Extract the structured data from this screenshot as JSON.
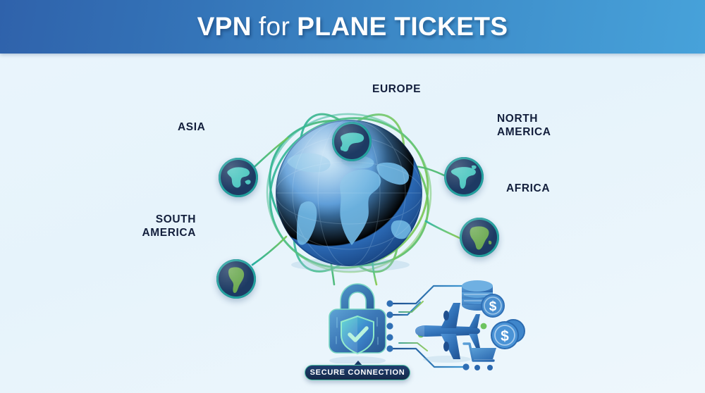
{
  "header": {
    "title_part1": "VPN",
    "title_part2": "for",
    "title_part3": "PLANE TICKETS",
    "bg_left_color": "#2f62ab",
    "bg_right_color": "#47a2da",
    "text_color": "#ffffff"
  },
  "canvas": {
    "background_color": "#e8f4fb",
    "label_color": "#131f3c",
    "accent_green": "#7cc44a",
    "accent_teal": "#2bb3a8",
    "globe_blue": "#2f6fb5",
    "icon_blue": "#2f78c4"
  },
  "regions": [
    {
      "id": "asia",
      "label": "ASIA",
      "label_side": "left",
      "continent_color": "#4cc6c0"
    },
    {
      "id": "europe",
      "label": "EUROPE",
      "label_side": "right",
      "continent_color": "#4cc6c0"
    },
    {
      "id": "north-america",
      "label": "NORTH\nAMERICA",
      "label_side": "right",
      "continent_color": "#4cc6c0"
    },
    {
      "id": "africa",
      "label": "AFRICA",
      "label_side": "right",
      "continent_color": "#6aa84f"
    },
    {
      "id": "south-america",
      "label": "SOUTH\nAMERICA",
      "label_side": "left",
      "continent_color": "#6aa84f"
    }
  ],
  "security": {
    "badge_label": "SECURE CONNECTION",
    "badge_text_color": "#ffffff",
    "badge_bg_color": "#1b3763",
    "badge_border_color": "#4fc3a5",
    "lock_icon": "padlock-shield-check-icon"
  },
  "services": [
    {
      "id": "plane",
      "icon": "airplane-icon"
    },
    {
      "id": "coins",
      "icon": "coin-stack-dollar-icon"
    },
    {
      "id": "coin2",
      "icon": "dollar-coin-icon"
    },
    {
      "id": "cart",
      "icon": "shopping-cart-icon"
    }
  ]
}
